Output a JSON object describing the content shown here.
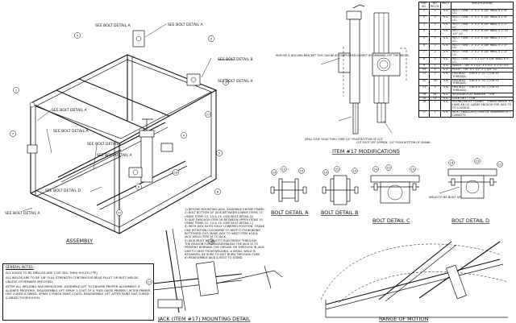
{
  "labels": {
    "see_bolt_detail_a": "SEE BOLT DETAIL A",
    "see_bolt_detail_b": "SEE BOLT DETAIL B",
    "see_bolt_detail_c": "SEE BOLT DETAIL C",
    "see_bolt_detail_d": "SEE BOLT DETAIL D",
    "remove_discard": "REMOVE & DISCARD BRACKET THIS CAN BE ACCOMPLISHED EASIEST BY GRINDING OFF THE WELDS.",
    "drill_hole": "DRILL 9/16\" HOLE THRU TUBE 1/2\" FROM BOTTOM OF CUT.",
    "cut_foot_off": "CUT FOOT OFF APPROX. 3/4\" FROM BOTTOM OF SHANK.",
    "weld_to_be_built_up": "WELD TO BE BUILT UP."
  },
  "captions": {
    "assembly": "ASSEMBLY",
    "item17_mods": "ITEM #17 MODIFICATIONS",
    "bolt_a": "BOLT DETAIL A",
    "bolt_b": "BOLT DETAIL B",
    "bolt_c": "BOLT DETAIL C",
    "bolt_d": "BOLT DETAIL D",
    "jack_mounting": "JACK (ITEM #17) MOUNTING DETAIL",
    "range_of_motion": "RANGE OF MOTION"
  },
  "bubbles": [
    "1",
    "2",
    "3",
    "4",
    "5",
    "6",
    "7",
    "8",
    "9",
    "10",
    "11",
    "12",
    "13",
    "14",
    "15",
    "16",
    "17"
  ],
  "steps": [
    "1) BEFORE MOUNTING JACK, ASSEMBLE ENTIRE FRAME.",
    "2) BOLT BOTTOM OF JACK BETWEEN LOWER ITEMS 13",
    "   USING ITEMS 12, 14 & 15. (SEE BOLT DETAIL D)",
    "3) SLIP THROUGH ITEM 16 BETWEEN UPPER ITEMS 10",
    "   USING ITEMS 12, 14 & 15. (SEE BOLT DETAIL C)",
    "4) WITH JACK IN ITS FULLY LOWERED POSITION, CRANK",
    "   ONE ROTATION CLOCKWISE TO KEEP IT FROM BEING",
    "   BOTTOMED OUT. MAKE JACK TO WEST ITEM #16 &",
    "   JACK WELD ITEM 16 TO JACK.",
    "5) JACK MUST BE ABLE TO RUN FREELY THROUGH",
    "   THE REASON FOR DISASSEMBLING THE JACK IS TO",
    "   PREVENT BURNING THE GREASE OR THROUGH IN JACK",
    "   DUE TO HEAT FROM WELDING. A SMALL WELD IS",
    "   REQUIRED, BE SURE TO NOT BURN THROUGH TUBE.",
    "6) REASSEMBLE JACK & BOLT TO STAND."
  ],
  "notes": {
    "heading": "GENERAL NOTES:",
    "items": [
      "ALL HOLES TO BE DRILLED ARE 7/16\" DIA. THRU HOLES (TYP.)",
      "ALL WELDS ARE TO BE 1/8\" FULL STRENGTH CONTINUOUS BEAD FILLET OR BUTT WELDS UNLESS OTHERWISE SPECIFIED.",
      "AFTER ALL WELDING HAS BEEN DONE, ASSEMBLE LIFT TO ENSURE PROPER ALIGNMENT. IF ALIGNED PROPERLY, DISASSEMBLE LIFT SPRAY 1 COAT OF A \"RED OXIDE PRIMER.\" AFTER PRIMER HAS CURED & DRIED, SPRAY 2 FINISH PAINT COATS. REASSEMBLE LIFT AFTER PAINT HAS CURED & DRIED THOROUGHLY."
    ]
  },
  "bom": {
    "headers": [
      "PART NO.",
      "NO. REQ'D.",
      "MAT'L",
      "SPECIFICATIONS"
    ],
    "rows": [
      [
        "1",
        "2",
        "STL",
        "RECT. TUBE - 1\" x 2\" x 1/8\" WALL x 1'-6\" LG."
      ],
      [
        "2",
        "2",
        "STL",
        "RECT. TUBE - 1\" x 2\" x 1/8\" WALL x 1'-8\" LG."
      ],
      [
        "3",
        "2",
        "STL",
        "RECT. TUBE - 1\" x 2\" x 1/8\" WALL x 2'-2\" LG."
      ],
      [
        "4",
        "2",
        "STL",
        "RECT. TUBE - 1\" x 2\" x 1/8\" WALL x 2'-10 1/2\" LG."
      ],
      [
        "5",
        "2",
        "STL",
        "RECT. TUBE - 1\" x 2\" x 1/8\" WALL x 1'-1\" LG."
      ],
      [
        "6",
        "1",
        "STL",
        "RECT. TUBE - 1\" x 2\" x 1/8\" WALL x 2'-0\" LG."
      ],
      [
        "7",
        "2",
        "STL",
        "RECT. TUBE - 1\" x 2\" x 1/8\" WALL x 1'-4\" LG."
      ],
      [
        "8",
        "2",
        "STL",
        "RECT. TUBE - 1\" x 1 1/2\" x 1/8\" WALL x 5\" LG."
      ],
      [
        "9",
        "1",
        "STL",
        "ANGLE - 1/8\" x 1 1/2\" x 1 1/2\" x 2'-0\" LG."
      ],
      [
        "10",
        "4",
        "STL",
        "PLATE - 1/8\" x 1 1/2\" x 2 3/4\" LG."
      ],
      [
        "11",
        "2",
        "STL",
        "HEX BOLT - 7/16 x 3\" LG. (7/16-14 THREADS)"
      ],
      [
        "12",
        "16",
        "STL",
        "HEX BOLT - 7/16 x 3\" LG. (7/16-14 THREADS)"
      ],
      [
        "13",
        "2",
        "STL",
        "HEX BOLT - 7/16 x 4\" LG. (7/16-14 THREADS)"
      ],
      [
        "14",
        "44",
        "STL",
        "REGULAR FLAT WASHER - 7/16"
      ],
      [
        "15",
        "22",
        "STL",
        "LOCK NUT - 7/16"
      ],
      [
        "16",
        "1",
        "STL",
        "ROUND MECH. TUBING - TUBING NEEDS TO HAVE AN I.D. LARGE ENOUGH FOR JACK TO FIT LOOSELY."
      ],
      [
        "17",
        "1",
        "STL",
        "JACK - (BULLDOG) 2000 LB. MAXIMUM LIFT CAPACITY."
      ]
    ]
  },
  "colors": {
    "ink": "#111111",
    "paper": "#ffffff"
  }
}
